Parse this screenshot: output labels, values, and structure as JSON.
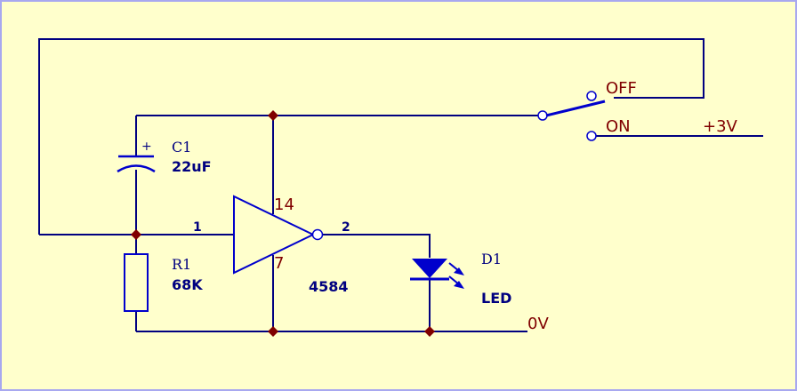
{
  "colors": {
    "background": "#ffffcc",
    "border": "#a8a8f0",
    "wire": "#000080",
    "component": "#0000cc",
    "junction": "#800000",
    "pin_label": "#800000",
    "net_label": "#800000",
    "ref_label": "#000080",
    "value_label": "#000080"
  },
  "switch": {
    "off_label": "OFF",
    "on_label": "ON"
  },
  "supply": {
    "label": "+3V"
  },
  "ground": {
    "label": "0V"
  },
  "capacitor": {
    "ref": "C1",
    "value": "22uF",
    "polarity": "+"
  },
  "resistor": {
    "ref": "R1",
    "value": "68K"
  },
  "inverter": {
    "part": "4584",
    "pin_in": "1",
    "pin_out": "2",
    "pin_vdd": "14",
    "pin_gnd": "7"
  },
  "led": {
    "ref": "D1",
    "value": "LED"
  }
}
